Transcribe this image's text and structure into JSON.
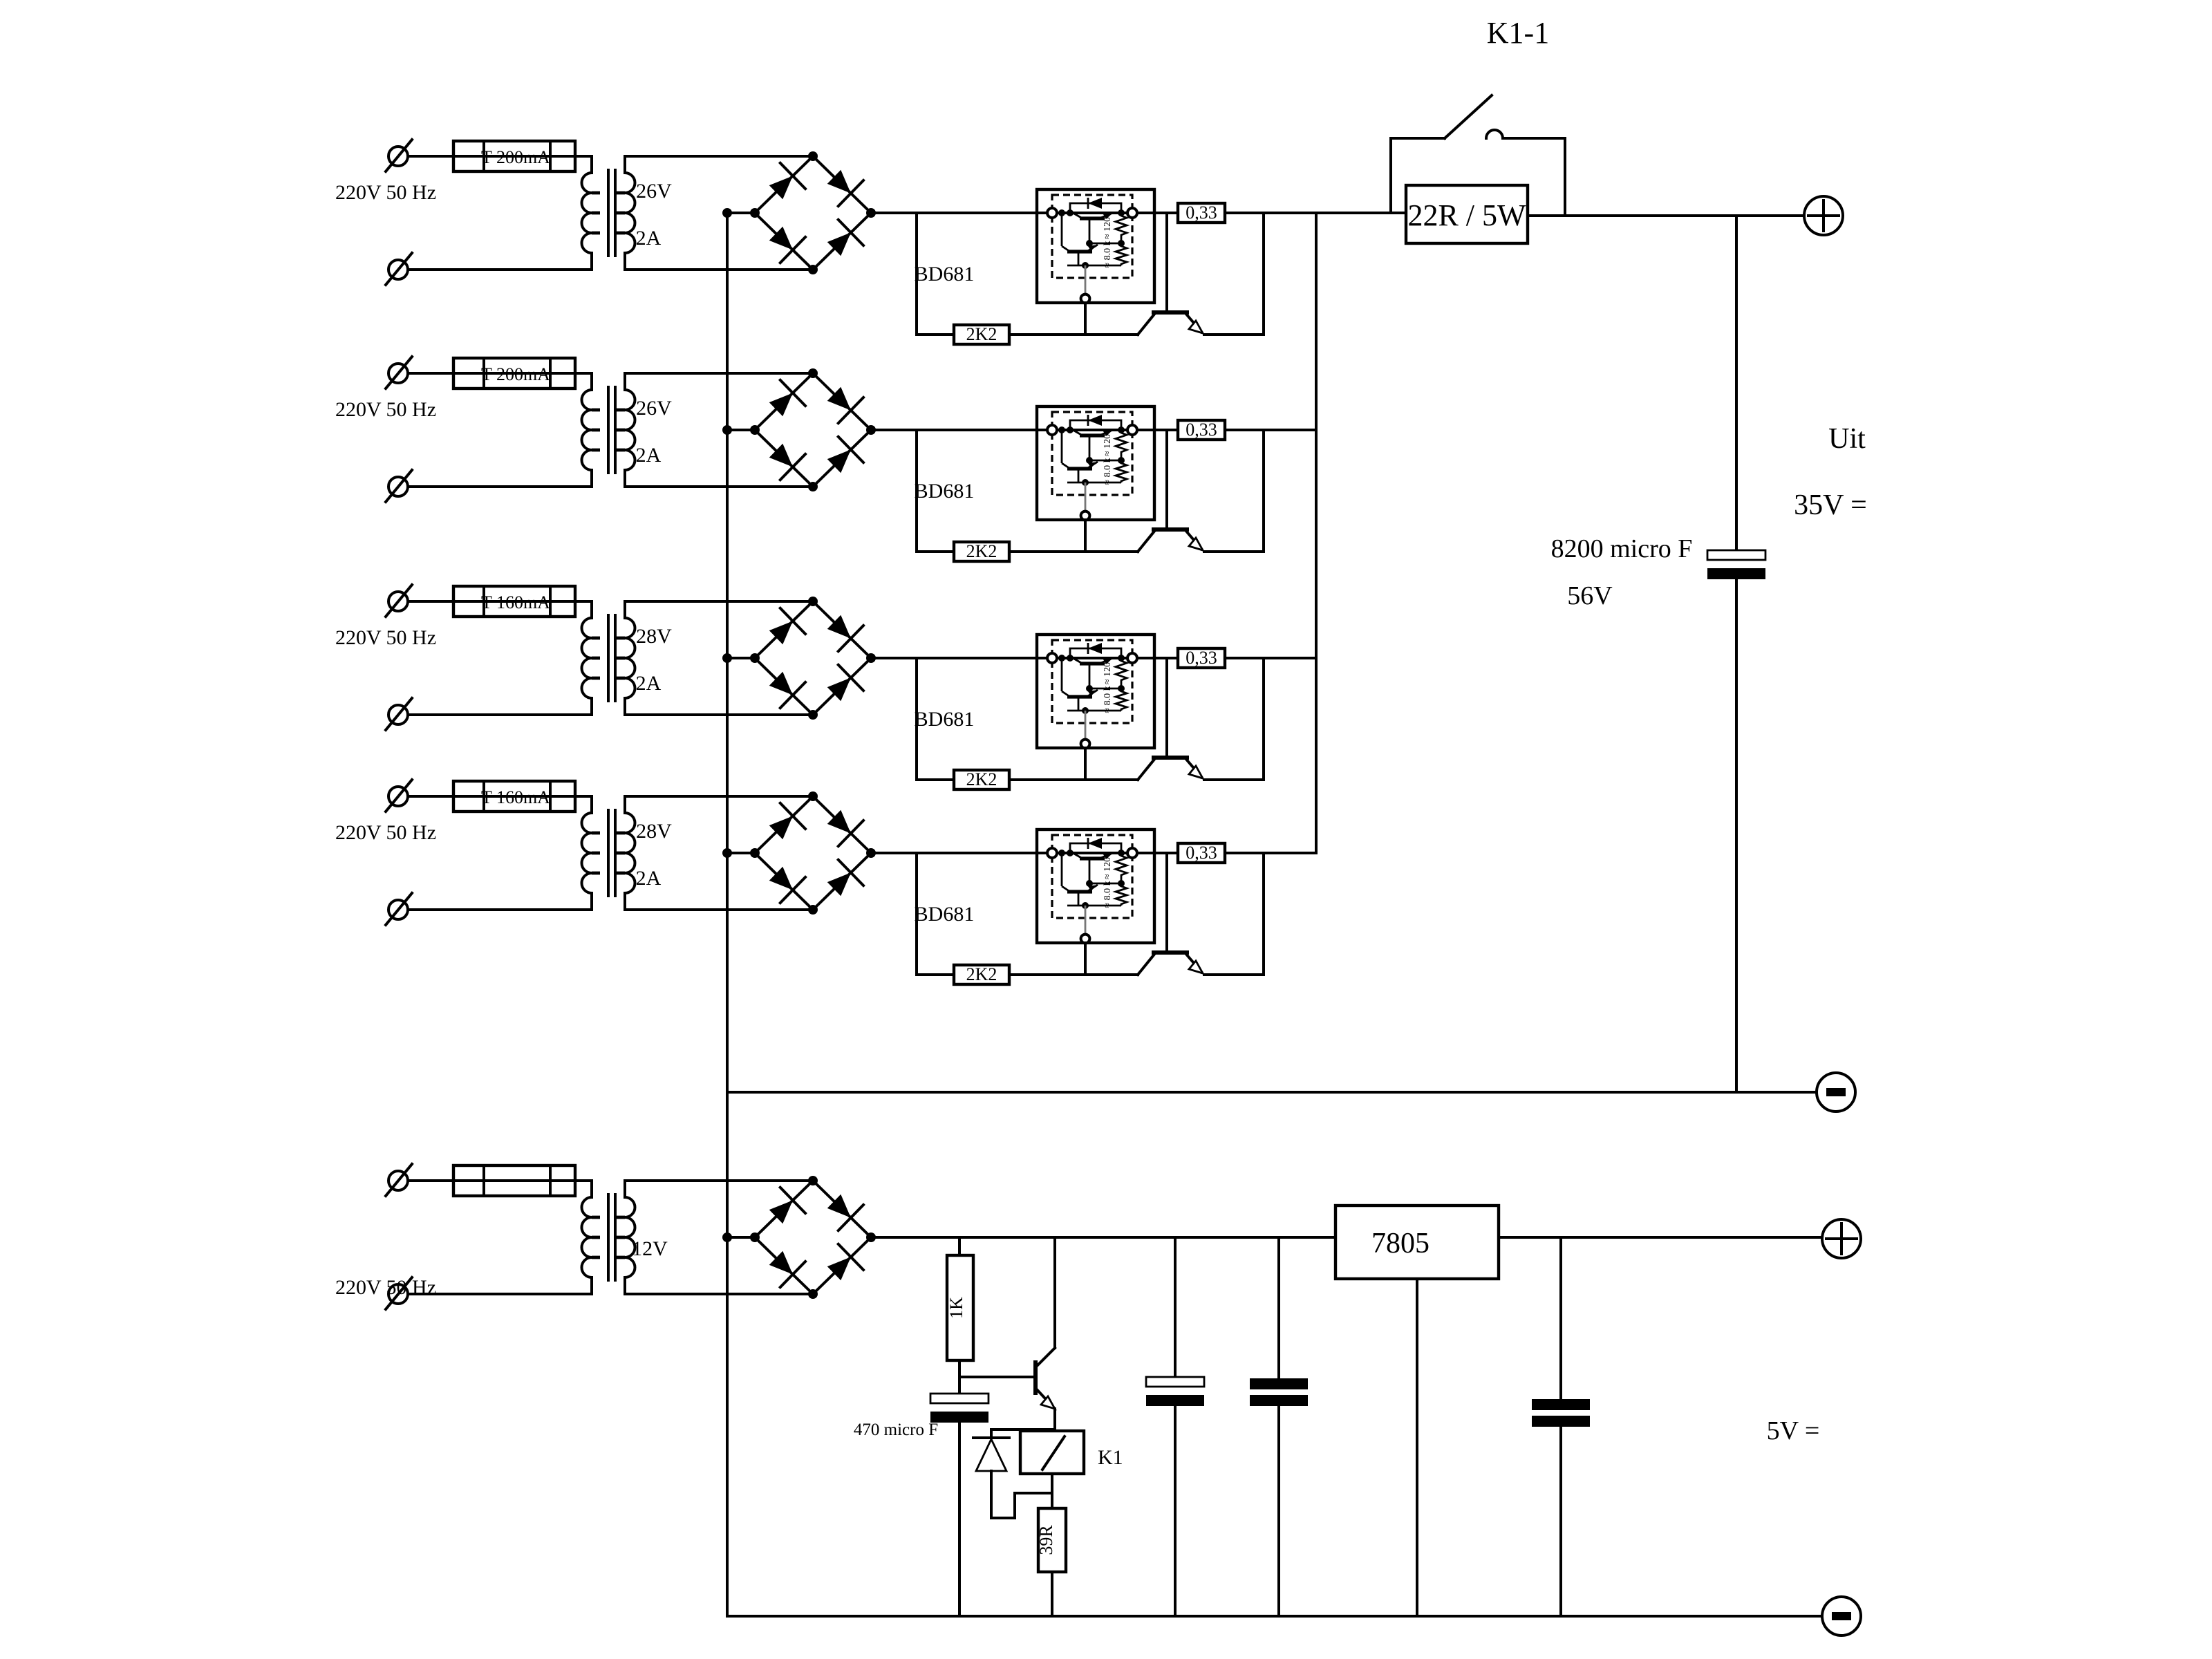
{
  "channels": [
    {
      "mains": "220V 50 Hz",
      "fuse": "T 200mA",
      "secondary_voltage": "26V",
      "secondary_current": "2A",
      "pass_transistor": "BD681",
      "sense_resistor": "0,33",
      "base_resistor": "2K2"
    },
    {
      "mains": "220V 50 Hz",
      "fuse": "T 200mA",
      "secondary_voltage": "26V",
      "secondary_current": "2A",
      "pass_transistor": "BD681",
      "sense_resistor": "0,33",
      "base_resistor": "2K2"
    },
    {
      "mains": "220V 50 Hz",
      "fuse": "T 160mA",
      "secondary_voltage": "28V",
      "secondary_current": "2A",
      "pass_transistor": "BD681",
      "sense_resistor": "0,33",
      "base_resistor": "2K2"
    },
    {
      "mains": "220V 50 Hz",
      "fuse": "T 160mA",
      "secondary_voltage": "28V",
      "secondary_current": "2A",
      "pass_transistor": "BD681",
      "sense_resistor": "0,33",
      "base_resistor": "2K2"
    }
  ],
  "pass_transistor_internal": {
    "r_top": "≈ 120",
    "r_bottom": "≈ 8.0 k"
  },
  "output_switch": {
    "label": "K1-1"
  },
  "ballast_resistor": {
    "label": "22R / 5W"
  },
  "main_output": {
    "name": "Uit",
    "voltage": "35V =",
    "capacitor": "8200 micro F",
    "capacitor_rating": "56V"
  },
  "aux_supply": {
    "mains": "220V 50 Hz",
    "secondary_voltage": "12V",
    "pullup_resistor": "1K",
    "filter_capacitor": "470 micro F",
    "relay": "K1",
    "series_resistor": "39R",
    "regulator": "7805",
    "output_voltage": "5V ="
  }
}
